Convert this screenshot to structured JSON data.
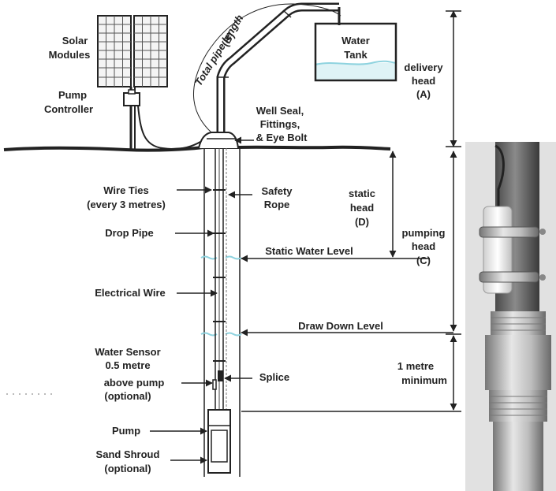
{
  "labels": {
    "solar_1": "Solar",
    "solar_2": "Modules",
    "pump_ctrl_1": "Pump",
    "pump_ctrl_2": "Controller",
    "pipe_length_1": "Total pipe length",
    "pipe_length_2": "(B)",
    "tank_1": "Water",
    "tank_2": "Tank",
    "delivery_1": "delivery",
    "delivery_2": "head",
    "delivery_3": "(A)",
    "seal_1": "Well Seal,",
    "seal_2": "Fittings,",
    "seal_3": "& Eye Bolt",
    "wire_ties_1": "Wire Ties",
    "wire_ties_2": "(every 3 metres)",
    "safety_1": "Safety",
    "safety_2": "Rope",
    "static_head_1": "static",
    "static_head_2": "head",
    "static_head_3": "(D)",
    "drop_pipe": "Drop Pipe",
    "pumping_1": "pumping",
    "pumping_2": "head",
    "pumping_3": "(C)",
    "static_level": "Static Water Level",
    "electrical": "Electrical Wire",
    "drawdown": "Draw Down Level",
    "sensor_1": "Water Sensor",
    "sensor_2": "0.5 metre",
    "sensor_3": "above pump",
    "sensor_4": "(optional)",
    "metre_1": "1 metre",
    "metre_2": "minimum",
    "splice": "Splice",
    "pump": "Pump",
    "shroud_1": "Sand Shroud",
    "shroud_2": "(optional)"
  },
  "colors": {
    "line": "#222222",
    "water": "#8fd3df",
    "pipe_gray": "#cfcfcf",
    "photo_bg": "#d9d9d9"
  }
}
